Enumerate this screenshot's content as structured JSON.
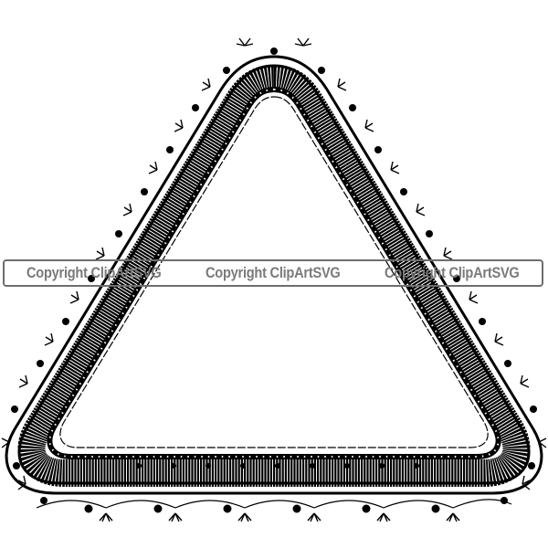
{
  "image": {
    "subject": "lace-triangle-frame",
    "description": "Black and white decorative lace border shaped as a rounded triangle",
    "colors": {
      "background": "#ffffff",
      "lace": "#000000",
      "watermark_text": "#7a7a7a",
      "watermark_border": "#6e6e6e"
    }
  },
  "watermark": {
    "items": [
      {
        "label": "Copyright ClipArtSVG"
      },
      {
        "label": "Copyright ClipArtSVG"
      },
      {
        "label": "Copyright ClipArtSVG"
      }
    ]
  }
}
